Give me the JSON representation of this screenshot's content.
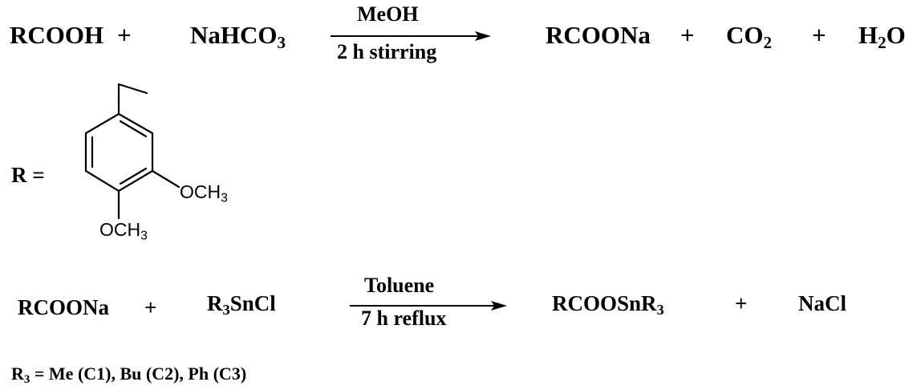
{
  "reaction1": {
    "reactant1": "RCOOH",
    "plus1": "+",
    "reactant2_main": "NaHCO",
    "reactant2_sub": "3",
    "condition_top": "MeOH",
    "condition_bottom": "2 h stirring",
    "product1": "RCOONa",
    "plus2": "+",
    "product2_main": "CO",
    "product2_sub": "2",
    "plus3": "+",
    "product3_main": "H",
    "product3_sub": "2",
    "product3_tail": "O"
  },
  "r_definition": {
    "label": "R =",
    "substituent1_main": "OCH",
    "substituent1_sub": "3",
    "substituent2_main": "OCH",
    "substituent2_sub": "3"
  },
  "reaction2": {
    "reactant1": "RCOONa",
    "plus1": "+",
    "reactant2_main": "R",
    "reactant2_sub": "3",
    "reactant2_tail": "SnCl",
    "condition_top": "Toluene",
    "condition_bottom": "7 h reflux",
    "product1_main": "RCOOSnR",
    "product1_sub": "3",
    "plus2": "+",
    "product2": "NaCl"
  },
  "footnote": {
    "prefix_main": "R",
    "prefix_sub": "3",
    "text": " = Me (C1), Bu (C2), Ph (C3)"
  }
}
